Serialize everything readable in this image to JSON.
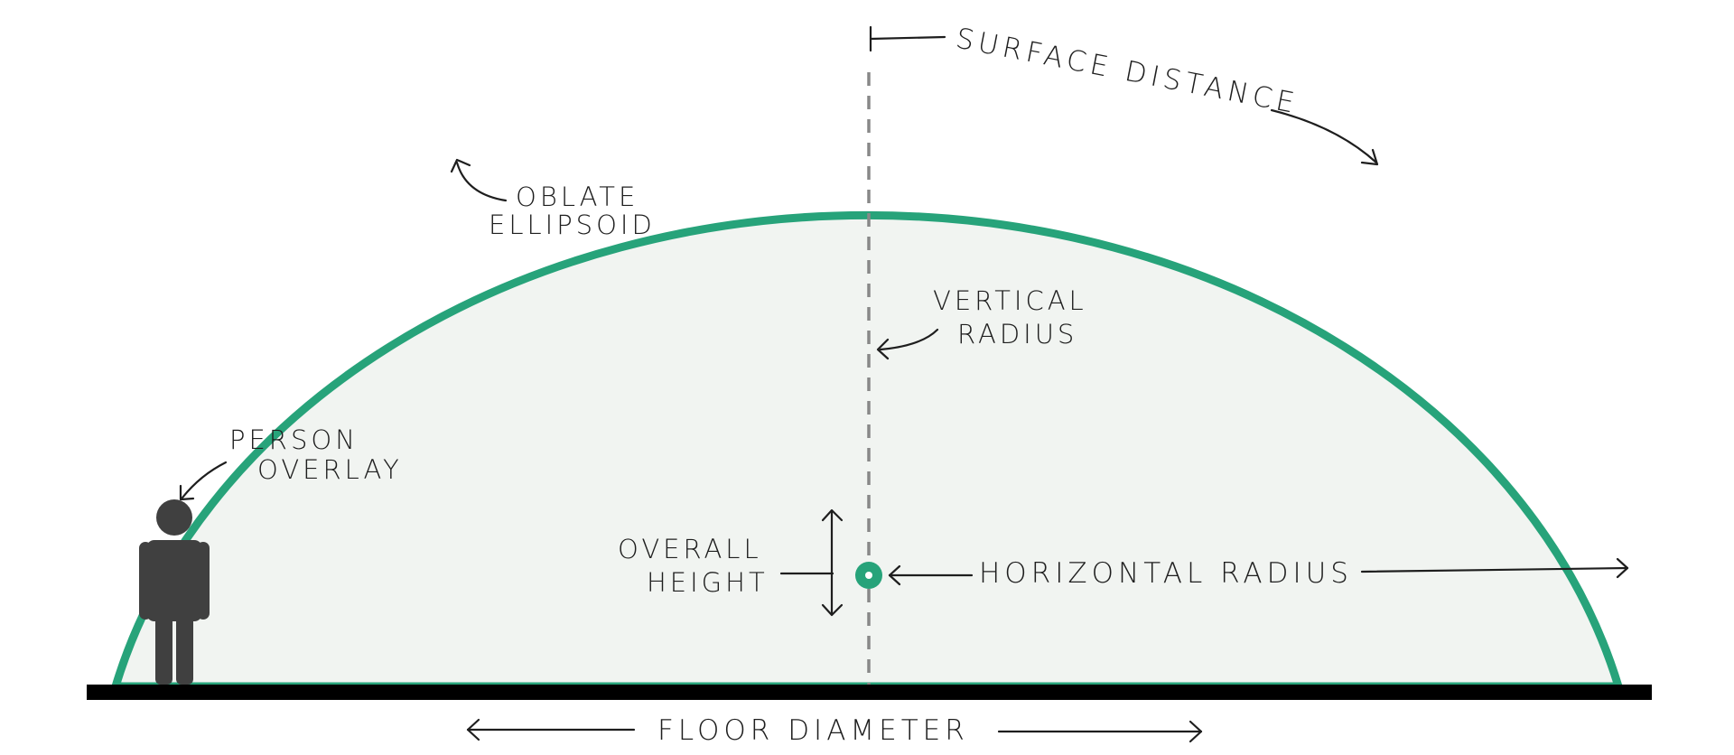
{
  "labels": {
    "surface_distance": "SURFACE DISTANCE",
    "oblate_line1": "OBLATE",
    "oblate_line2": "ELLIPSOID",
    "vertical_line1": "VERTICAL",
    "vertical_line2": "RADIUS",
    "person_line1": "PERSON",
    "person_line2": "OVERLAY",
    "overall_line1": "OVERALL",
    "overall_line2": "HEIGHT",
    "horizontal_radius": "HORIZONTAL RADIUS",
    "floor_diameter": "FLOOR DIAMETER"
  },
  "colors": {
    "dome_stroke": "#27a37a",
    "dome_fill": "#f1f4f1",
    "floor": "#000000",
    "person": "#404040",
    "ink": "#1e1e1e",
    "axis": "#888888"
  }
}
